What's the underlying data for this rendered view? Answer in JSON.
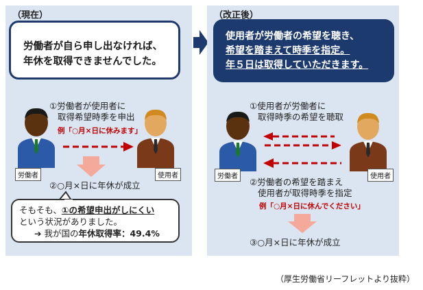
{
  "current": {
    "label": "（現在）",
    "headline_line1": "労働者が自ら申し出なければ、",
    "headline_line2": "年休を取得できませんでした。",
    "step1_line1": "①労働者が使用者に",
    "step1_line2": "取得希望時季を申出",
    "example": "例「○月×日に休みます」",
    "worker_tag": "労働者",
    "employer_tag": "使用者",
    "step2": "②○月×日に年休が成立",
    "note_line1_pre": "そもそも、",
    "note_line1_em": "①の希望申出がしにくい",
    "note_line2": "という状況がありました。",
    "rate_pre": "我が国の",
    "rate_label": "年休取得率：49.4%"
  },
  "revised": {
    "label": "（改正後）",
    "headline_line1": "使用者が労働者の希望を聴き、",
    "headline_line2": "希望を踏まえて時季を指定。",
    "headline_line3": "年５日は取得していただきます。",
    "step1_line1": "①使用者が労働者に",
    "step1_line2": "取得時季の希望を聴取",
    "worker_tag": "労働者",
    "employer_tag": "使用者",
    "step2_line1": "②労働者の希望を踏まえ",
    "step2_line2": "使用者が取得時季を指定",
    "example": "例「○月×日に休んでください」",
    "step3": "③○月×日に年休が成立"
  },
  "credit": "（厚生労働省リーフレットより抜粋）",
  "colors": {
    "panel": "#dbe5f1",
    "navy": "#1c3a6e",
    "red": "#c00000",
    "arrow_pink": "#f4a99a",
    "worker_suit": "#2a5aa8",
    "employer_suit": "#7a3a1a"
  }
}
